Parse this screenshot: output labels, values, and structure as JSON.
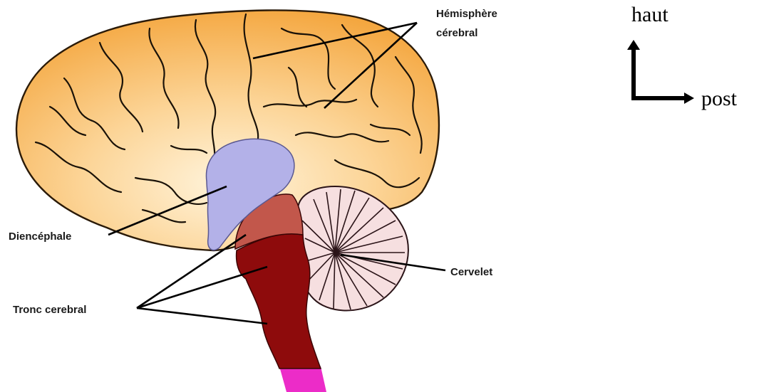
{
  "labels": {
    "hemisphere_line1": "Hémisphère",
    "hemisphere_line2": "cérebral",
    "diencephale": "Diencéphale",
    "tronc": "Tronc cerebral",
    "cervelet": "Cervelet"
  },
  "orientation": {
    "up": "haut",
    "right": "post"
  },
  "colors": {
    "cortex": "#f7b24f",
    "cortex_light": "#fde9c4",
    "diencephalon": "#b3b1e8",
    "midbrain": "#c2574b",
    "brainstem": "#8e0b0c",
    "spinal_cord": "#ec2cc8",
    "cerebellum": "#f6dfe0"
  }
}
